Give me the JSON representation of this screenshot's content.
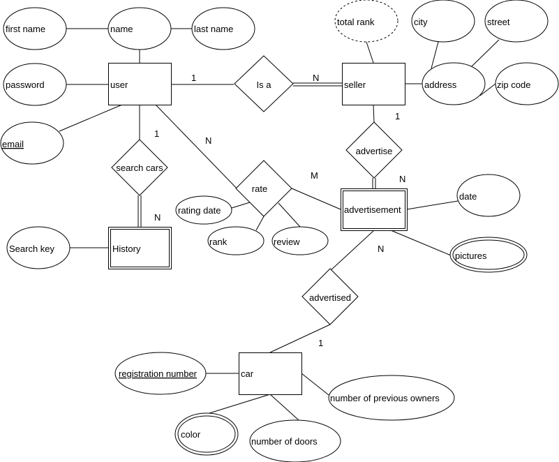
{
  "entities": {
    "user": "user",
    "seller": "seller",
    "advertisement": "advertisement",
    "history": "History",
    "car": "car"
  },
  "relationships": {
    "is_a": "Is a",
    "advertise": "advertise",
    "rate": "rate",
    "search_cars": "search cars",
    "advertised": "advertised"
  },
  "attributes": {
    "first_name": "first name",
    "name": "name",
    "last_name": "last name",
    "password": "password",
    "email": "email",
    "total_rank": "total rank",
    "city": "city",
    "street": "street",
    "address": "address",
    "zip_code": "zip code",
    "date": "date",
    "pictures": "pictures",
    "rating_date": "rating date",
    "rank": "rank",
    "review": "review",
    "search_key": "Search key",
    "registration_number": "registration number",
    "number_of_previous_owners": "number of previous owners",
    "color": "color",
    "number_of_doors": "number of doors"
  },
  "cardinalities": {
    "user_is_a": "1",
    "seller_is_a": "N",
    "seller_advertise": "1",
    "advertisement_advertise": "N",
    "user_rate": "N",
    "advertisement_rate": "M",
    "user_search": "1",
    "history_search": "N",
    "advertisement_advertised": "N",
    "car_advertised": "1"
  }
}
